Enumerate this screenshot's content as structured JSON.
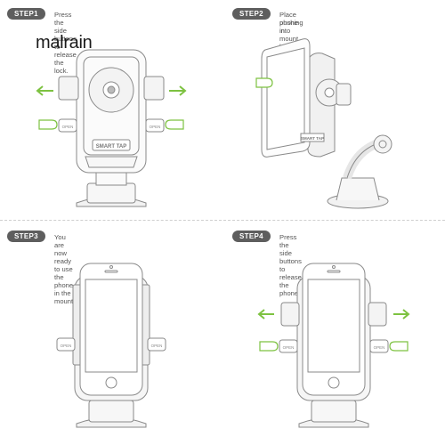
{
  "brand": {
    "logo_text": "malrain"
  },
  "steps": [
    {
      "badge": "STEP1",
      "text": "Press the side buttons to release the lock."
    },
    {
      "badge": "STEP2",
      "text_line1": "Place phone into mount, lock phone by",
      "text_line2": "pushing in."
    },
    {
      "badge": "STEP3",
      "text": "You are now ready to use the phone in the mount"
    },
    {
      "badge": "STEP4",
      "text": "Press the side buttons to release the phone."
    }
  ],
  "device": {
    "label": "SMART TAP",
    "button_label": "OPEN"
  },
  "colors": {
    "badge": "#5e5e5e",
    "arrow": "#7dc241",
    "line": "#8a8a8a",
    "text": "#555555"
  }
}
